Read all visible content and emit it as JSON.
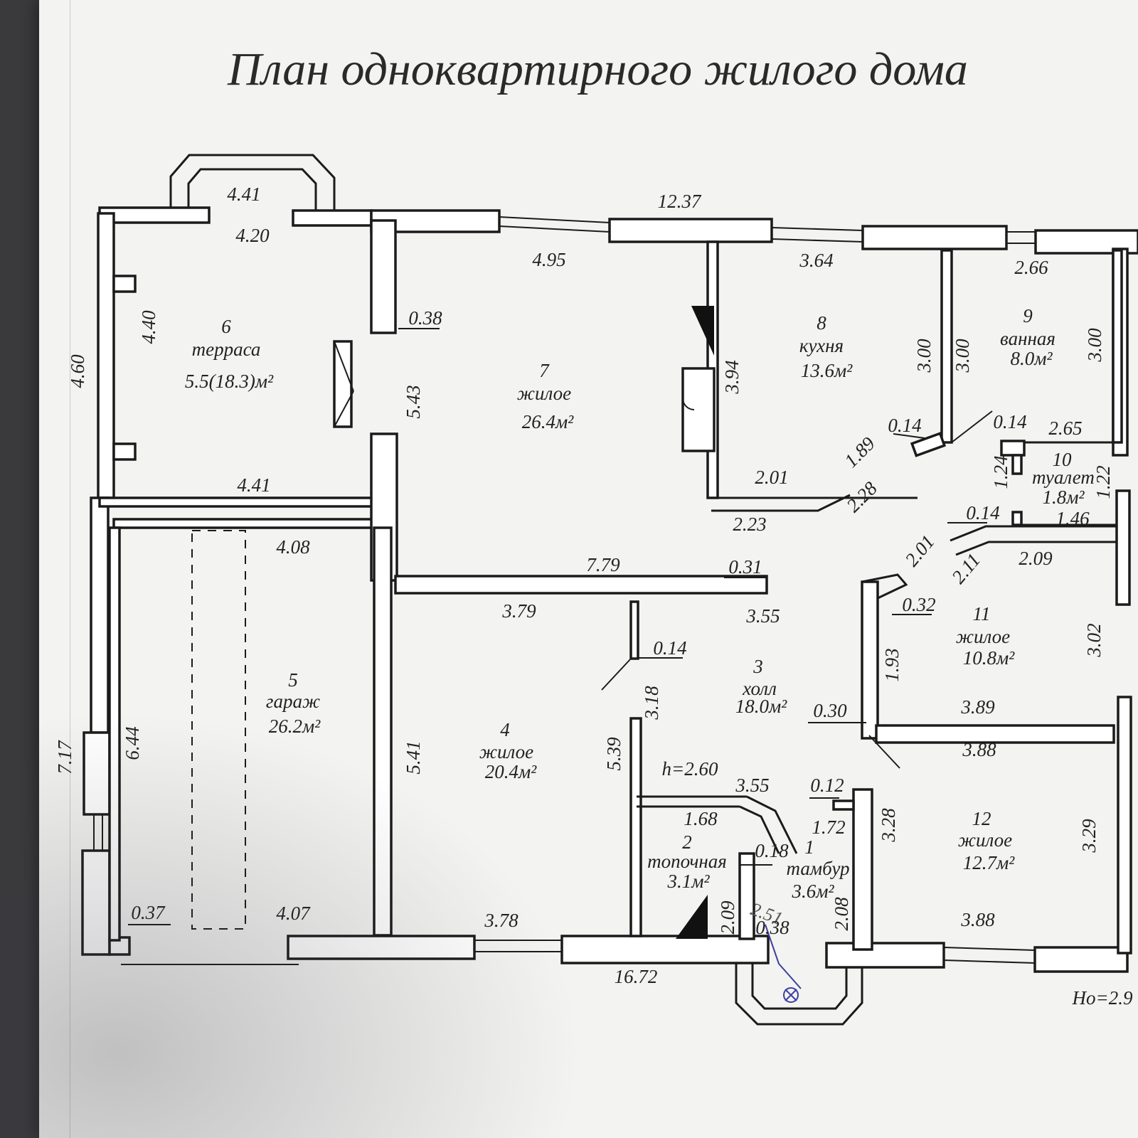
{
  "title": "План одноквартирного жилого дома",
  "rooms": [
    {
      "no": "1",
      "name": "тамбур",
      "area": "3.6м²"
    },
    {
      "no": "2",
      "name": "топочная",
      "area": "3.1м²"
    },
    {
      "no": "3",
      "name": "холл",
      "area": "18.0м²"
    },
    {
      "no": "4",
      "name": "жилое",
      "area": "20.4м²"
    },
    {
      "no": "5",
      "name": "гараж",
      "area": "26.2м²"
    },
    {
      "no": "6",
      "name": "терраса",
      "area": "5.5(18.3)м²"
    },
    {
      "no": "7",
      "name": "жилое",
      "area": "26.4м²"
    },
    {
      "no": "8",
      "name": "кухня",
      "area": "13.6м²"
    },
    {
      "no": "9",
      "name": "ванная",
      "area": "8.0м²"
    },
    {
      "no": "10",
      "name": "туалет",
      "area": "1.8м²"
    },
    {
      "no": "11",
      "name": "жилое",
      "area": "10.8м²"
    },
    {
      "no": "12",
      "name": "жилое",
      "area": "12.7м²"
    }
  ],
  "dims": {
    "top_total": "12.37",
    "bottom_total": "16.72",
    "left_total": "7.17",
    "terrace_left": "4.60",
    "bay_top": "4.41",
    "terrace_top": "4.20",
    "terrace_bottom": "4.41",
    "terrace_side": "4.40",
    "r7_top": "4.95",
    "r7_small": "0.38",
    "r7_side": "5.43",
    "r7_bottom": "7.79",
    "r7_stub": "0.31",
    "kitchen_top": "3.64",
    "kitchen_side": "3.94",
    "kitchen_right": "3.00",
    "kitchen_d1": "1.89",
    "kitchen_d2": "2.01",
    "kitchen_d3": "2.23",
    "kitchen_d4": "2.28",
    "bath_top": "2.66",
    "bath_left": "3.00",
    "bath_right": "3.00",
    "bath_w1": "0.14",
    "bath_w2": "0.14",
    "wc_top": "2.65",
    "wc_left": "1.24",
    "wc_right": "1.22",
    "wc_w": "0.14",
    "wc_bottom": "1.46",
    "r11_d1": "2.01",
    "r11_d2": "2.11",
    "r11_top": "2.09",
    "r11_w": "0.32",
    "r11_left": "1.93",
    "r11_right": "3.02",
    "r11_bottom": "3.89",
    "hall_w": "0.30",
    "r12_top": "3.88",
    "r12_left": "3.28",
    "r12_right": "3.29",
    "r12_bottom": "3.88",
    "garage_top": "4.08",
    "garage_side": "6.44",
    "garage_bottom": "4.07",
    "garage_w": "0.37",
    "r4_top": "3.79",
    "r4_side": "5.41",
    "r4_right": "5.39",
    "r4_bottom": "3.78",
    "hall_top": "3.55",
    "hall_w2": "0.14",
    "hall_side": "3.18",
    "hall_h": "h=2.60",
    "hall_bottom": "3.55",
    "boiler_top": "1.68",
    "boiler_w": "0.18",
    "boiler_side": "2.09",
    "boiler_w2": "0.38",
    "vest_top": "1.72",
    "vest_w": "0.12",
    "vest_side": "2.08"
  },
  "footer_note": "Но=2.9",
  "handwriting": "2.51"
}
